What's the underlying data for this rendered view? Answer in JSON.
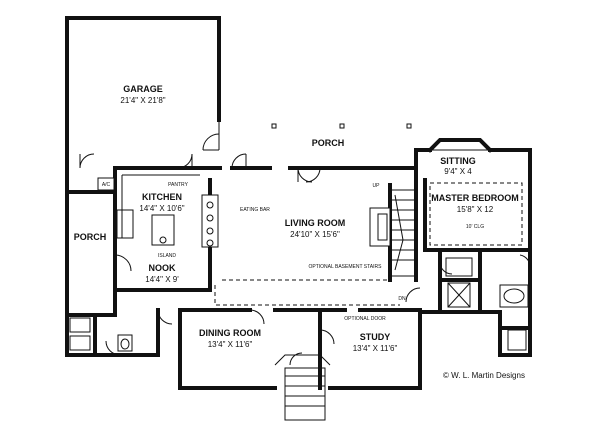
{
  "rooms": {
    "garage": {
      "name": "GARAGE",
      "dims": "21'4\" X 21'8\""
    },
    "porch_top": {
      "name": "PORCH"
    },
    "sitting": {
      "name": "SITTING",
      "dims": "9'4\" X 4"
    },
    "kitchen": {
      "name": "KITCHEN",
      "dims": "14'4\" X 10'6\""
    },
    "master": {
      "name": "MASTER BEDROOM",
      "dims": "15'8\" X 12",
      "note": "10' CLG"
    },
    "living": {
      "name": "LIVING ROOM",
      "dims": "24'10\" X 15'6\""
    },
    "porch_left": {
      "name": "PORCH"
    },
    "nook": {
      "name": "NOOK",
      "dims": "14'4\" X 9'"
    },
    "dining": {
      "name": "DINING ROOM",
      "dims": "13'4\" X 11'6\""
    },
    "study": {
      "name": "STUDY",
      "dims": "13'4\" X 11'6\""
    }
  },
  "labels": {
    "pantry": "PANTRY",
    "eating_bar": "EATING BAR",
    "island": "ISLAND",
    "ac": "A/C",
    "up": "UP",
    "dn": "DN",
    "optional_basement_stairs": "OPTIONAL BASEMENT STAIRS",
    "optional_door": "OPTIONAL DOOR"
  },
  "copyright": "© W. L. Martin Designs"
}
